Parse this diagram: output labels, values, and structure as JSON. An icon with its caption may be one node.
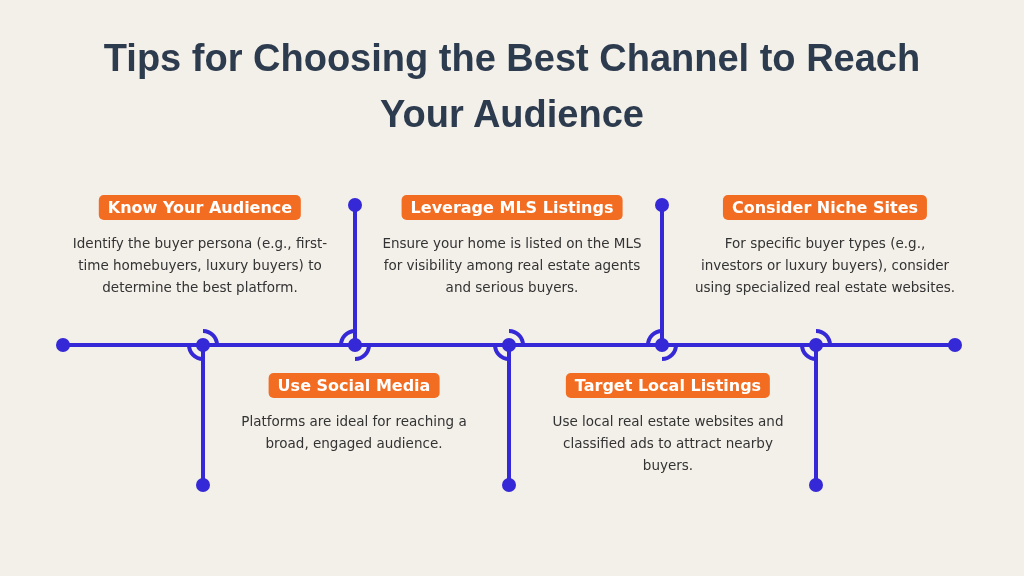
{
  "diagram": {
    "title": "Tips for Choosing the Best Channel to Reach Your Audience",
    "nodes": [
      {
        "text": [
          "Know Your Audience"
        ],
        "beside": [
          "Identify the buyer persona (e.g., first-time homebuyers, luxury buyers) to determine the best platform."
        ]
      },
      {
        "text": [
          "Use Social Media"
        ],
        "beside": [
          "Platforms are ideal for reaching a broad, engaged audience."
        ]
      },
      {
        "text": [
          "Leverage MLS Listings"
        ],
        "beside": [
          "Ensure your home is listed on the MLS for visibility among real estate agents and serious buyers."
        ]
      },
      {
        "text": [
          "Target Local Listings"
        ],
        "beside": [
          "Use local real estate websites and classified ads to attract nearby buyers."
        ]
      },
      {
        "text": [
          "Consider Niche Sites"
        ],
        "beside": [
          "For specific buyer types (e.g., investors or luxury buyers), consider using specialized real estate websites."
        ]
      }
    ]
  }
}
